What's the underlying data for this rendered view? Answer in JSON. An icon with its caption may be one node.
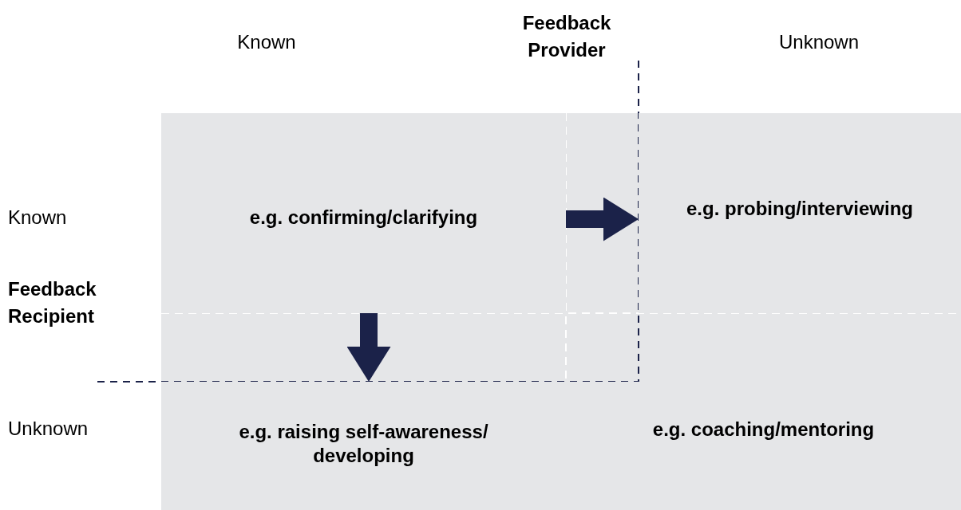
{
  "diagram": {
    "nodes": [
      {
        "text": [
          "e.g. confirming/clarifying"
        ]
      },
      {
        "text": [
          "e.g. probing/interviewing"
        ]
      },
      {
        "text": [
          "e.g. raising self-awareness/ developing"
        ]
      },
      {
        "text": [
          "e.g. coaching/mentoring"
        ]
      }
    ],
    "edges": [
      {
        "from": 0,
        "to": 1,
        "arrow": "to"
      },
      {
        "from": 0,
        "to": 2,
        "arrow": "to"
      }
    ],
    "labels": [
      "Known",
      "Feedback Provider",
      "Unknown",
      "Known",
      "Feedback Recipient",
      "Unknown"
    ]
  }
}
